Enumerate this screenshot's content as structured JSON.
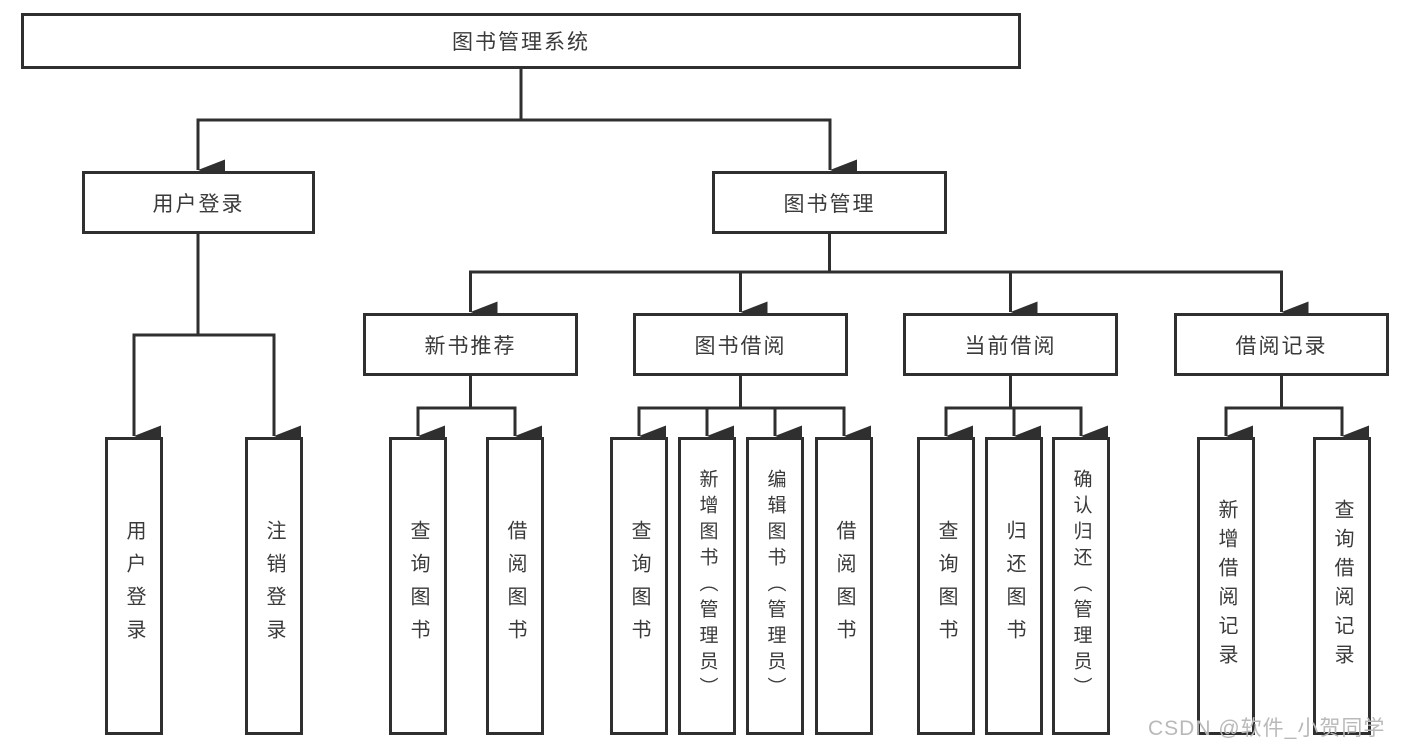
{
  "diagram": {
    "tree": {
      "label": "图书管理系统",
      "children": [
        {
          "label": "用户登录",
          "children": [
            {
              "label": "用户登录"
            },
            {
              "label": "注销登录"
            }
          ]
        },
        {
          "label": "图书管理",
          "children": [
            {
              "label": "新书推荐",
              "children": [
                {
                  "label": "查询图书"
                },
                {
                  "label": "借阅图书"
                }
              ]
            },
            {
              "label": "图书借阅",
              "children": [
                {
                  "label": "查询图书"
                },
                {
                  "label": "新增图书（管理员）"
                },
                {
                  "label": "编辑图书（管理员）"
                },
                {
                  "label": "借阅图书"
                }
              ]
            },
            {
              "label": "当前借阅",
              "children": [
                {
                  "label": "查询图书"
                },
                {
                  "label": "归还图书"
                },
                {
                  "label": "确认归还（管理员）"
                }
              ]
            },
            {
              "label": "借阅记录",
              "children": [
                {
                  "label": "新增借阅记录"
                },
                {
                  "label": "查询借阅记录"
                }
              ]
            }
          ]
        }
      ]
    }
  },
  "watermark": {
    "text": "CSDN @软件_小贺同学"
  },
  "colors": {
    "line": "#2f2f2f",
    "text": "#3a3a3a",
    "watermark": "#b9b9b9",
    "background": "#ffffff"
  }
}
